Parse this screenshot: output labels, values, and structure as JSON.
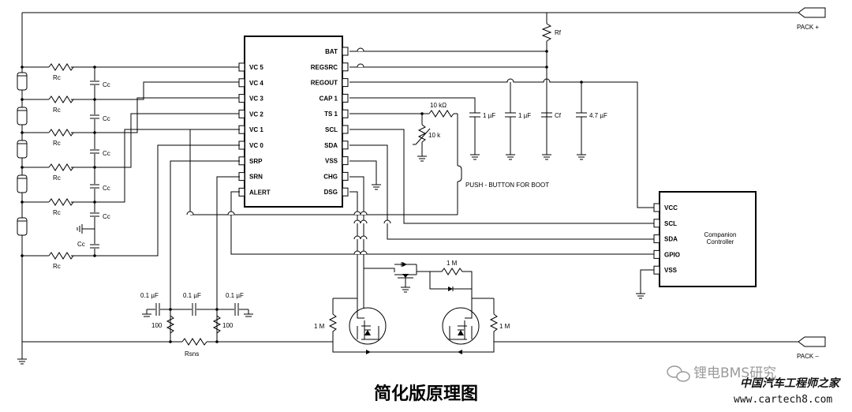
{
  "ic": {
    "left_pins": [
      "VC 5",
      "VC 4",
      "VC 3",
      "VC 2",
      "VC 1",
      "VC 0",
      "SRP",
      "SRN",
      "ALERT"
    ],
    "right_pins": [
      "BAT",
      "REGSRC",
      "REGOUT",
      "CAP  1",
      "TS 1",
      "SCL",
      "SDA",
      "VSS",
      "CHG",
      "DSG"
    ]
  },
  "controller": {
    "title_line1": "Companion",
    "title_line2": "Controller",
    "pins": [
      "VCC",
      "SCL",
      "SDA",
      "GPIO",
      "VSS"
    ]
  },
  "labels": {
    "pack_plus": "PACK   +",
    "pack_minus": "PACK   –",
    "rf": "Rf",
    "rc": "Rc",
    "cc": "Cc",
    "r_10k_ohm": "10 kΩ",
    "r_10k": "10 k",
    "cap_1uf": "1 µF",
    "cf": "Cf",
    "cap_4_7uf": "4.7 µF",
    "push_button": "PUSH  -  BUTTON FOR BOOT",
    "cap_0_1uf": "0.1  µF",
    "r_100": "100",
    "rsns": "Rsns",
    "r_1m": "1 M"
  },
  "caption": "简化版原理图",
  "watermark": {
    "brand": "锂电BMS研究",
    "site": "中国汽车工程师之家",
    "url": "www.cartech8.com"
  }
}
